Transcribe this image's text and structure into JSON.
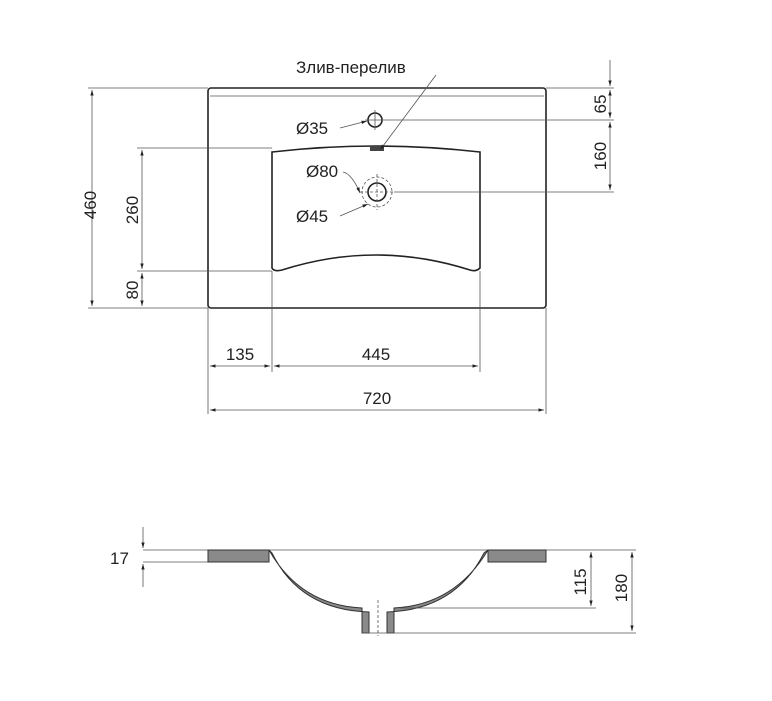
{
  "top_view": {
    "overflow_label": "Злив-перелив",
    "faucet_hole": "Ø35",
    "drain_outer": "Ø80",
    "drain_inner": "Ø45",
    "depth_total": "460",
    "basin_depth": "260",
    "front_margin": "80",
    "faucet_offset": "65",
    "drain_offset": "160",
    "left_margin": "135",
    "basin_width": "445",
    "total_width": "720"
  },
  "side_view": {
    "rim_thickness": "17",
    "bowl_depth": "115",
    "total_height": "180"
  },
  "colors": {
    "line": "#222222",
    "section_fill": "#8a8a8a"
  }
}
